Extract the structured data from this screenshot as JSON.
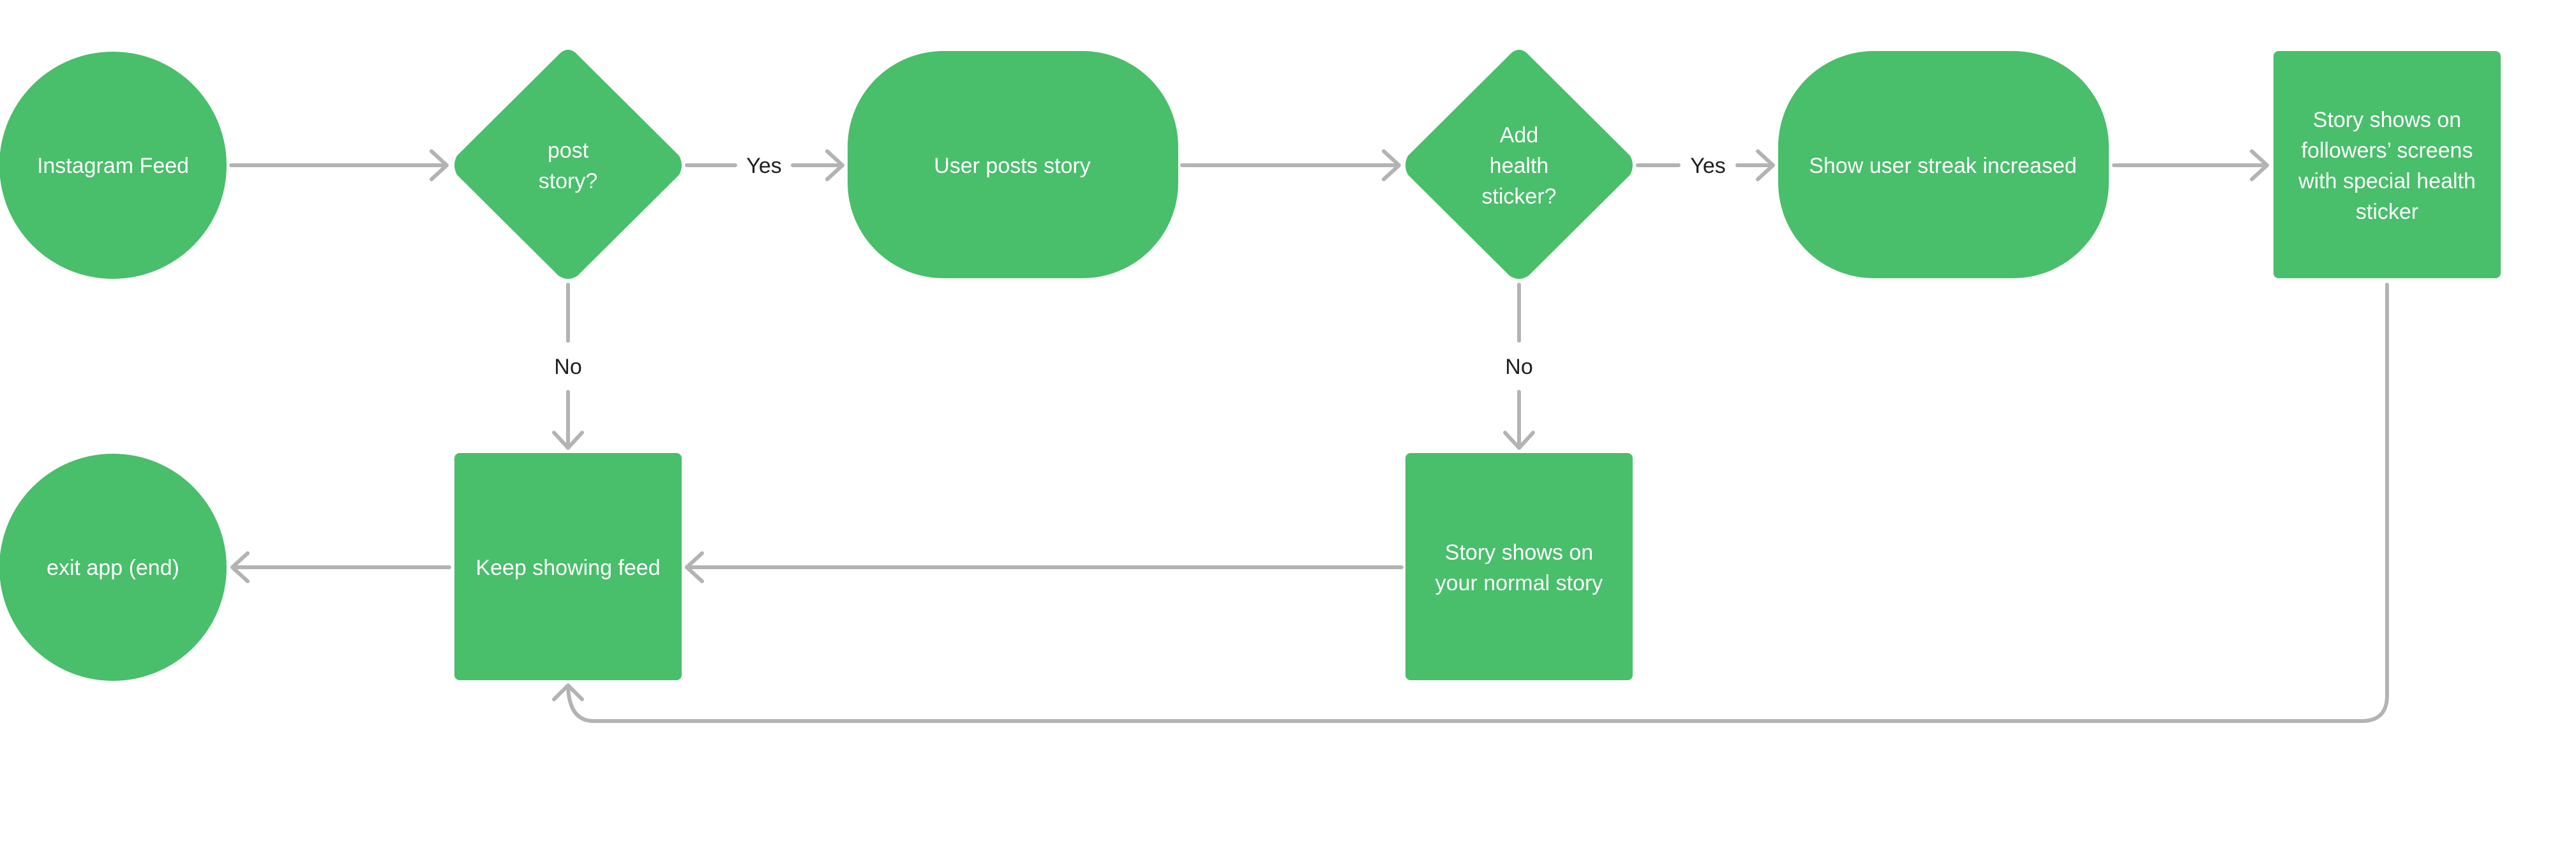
{
  "colors": {
    "node_fill": "#49be6b",
    "node_text": "#ffffff",
    "connector": "#b3b3b3",
    "label_text": "#1e1e1e",
    "background": "#ffffff"
  },
  "nodes": {
    "instagram_feed": {
      "lines": [
        "Instagram Feed"
      ]
    },
    "post_story": {
      "lines": [
        "post",
        "story?"
      ]
    },
    "user_posts_story": {
      "lines": [
        "User posts story"
      ]
    },
    "add_health_sticker": {
      "lines": [
        "Add",
        "health",
        "sticker?"
      ]
    },
    "show_streak": {
      "lines": [
        "Show user streak increased"
      ]
    },
    "followers_story": {
      "lines": [
        "Story shows on",
        "followers’ screens",
        "with special health",
        "sticker"
      ]
    },
    "exit_app": {
      "lines": [
        "exit app (end)"
      ]
    },
    "keep_showing_feed": {
      "lines": [
        "Keep showing feed"
      ]
    },
    "normal_story": {
      "lines": [
        "Story shows on",
        "your normal story"
      ]
    }
  },
  "edge_labels": {
    "post_yes": "Yes",
    "post_no": "No",
    "sticker_yes": "Yes",
    "sticker_no": "No"
  }
}
